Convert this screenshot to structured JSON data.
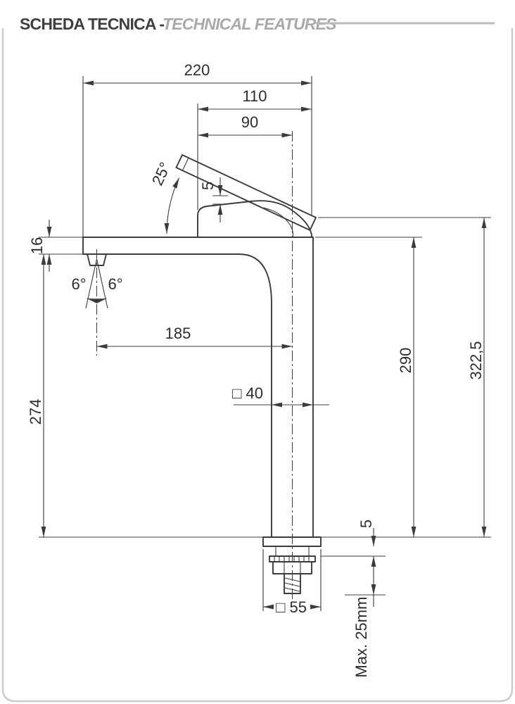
{
  "header": {
    "title_primary": "SCHEDA TECNICA -",
    "title_secondary": "TECHNICAL FEATURES"
  },
  "dims": {
    "spout_reach": "220",
    "handle_length": "110",
    "body_width": "90",
    "handle_angle": "25°",
    "handle_gap": "5",
    "spout_thickness": "16",
    "swivel_left": "6°",
    "swivel_right": "6°",
    "outlet_reach": "185",
    "outlet_height": "274",
    "body_height": "290",
    "total_height": "322,5",
    "column_section": "□ 40",
    "plate_gap": "5",
    "base_section": "□ 55",
    "max_mounting_thickness": "Max. 25mm"
  }
}
